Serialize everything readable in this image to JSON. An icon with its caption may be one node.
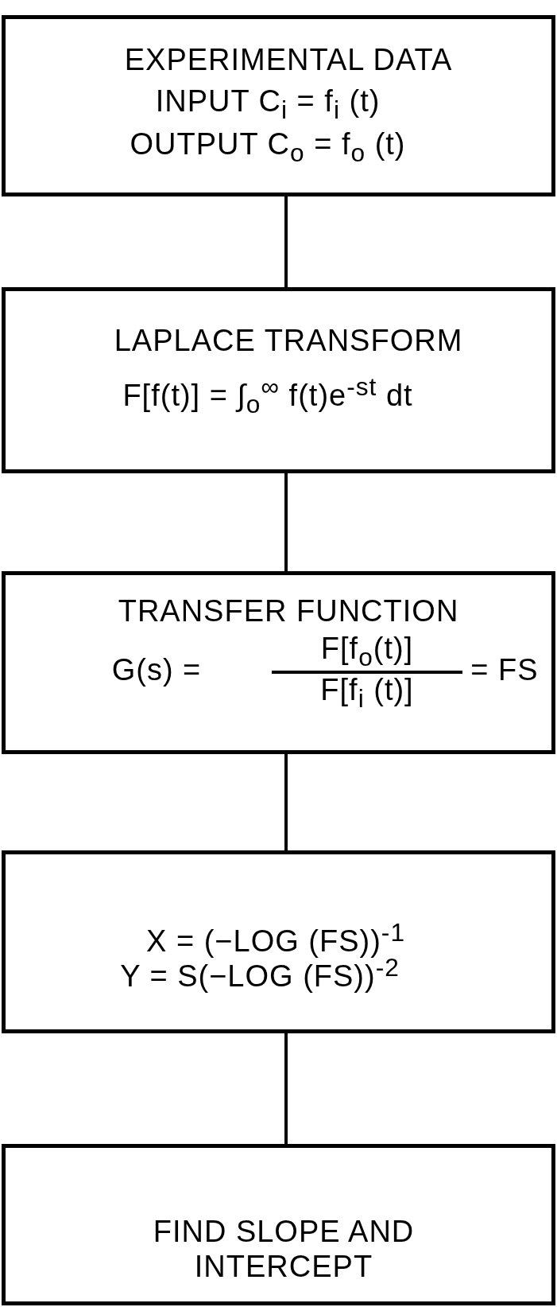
{
  "diagram": {
    "nodes": [
      {
        "text": [
          "EXPERIMENTAL DATA",
          "INPUT C$_{i}$ = f$_{i}$ (t)",
          "OUTPUT C$_{o}$ = f$_{o}$ (t)"
        ]
      },
      {
        "text": [
          "LAPLACE TRANSFORM",
          "F[f(t)] = ∫$_{o}$$^{∞}$ f(t)e$^{-st}$ dt"
        ]
      },
      {
        "text": [
          "TRANSFER FUNCTION",
          "G(s) =",
          "F[f$_{o}$(t)]",
          "F[f$_{i}$ (t)]",
          "= FS"
        ]
      },
      {
        "text": [
          "X = (−LOG (FS))$^{-1}$",
          "Y = S(−LOG (FS))$^{-2}$"
        ]
      },
      {
        "text": [
          "FIND SLOPE AND INTERCEPT"
        ]
      }
    ],
    "edges": [
      {
        "from": 0,
        "to": 1,
        "arrow": "none"
      },
      {
        "from": 1,
        "to": 2,
        "arrow": "none"
      },
      {
        "from": 2,
        "to": 3,
        "arrow": "none"
      },
      {
        "from": 3,
        "to": 4,
        "arrow": "none"
      }
    ]
  }
}
